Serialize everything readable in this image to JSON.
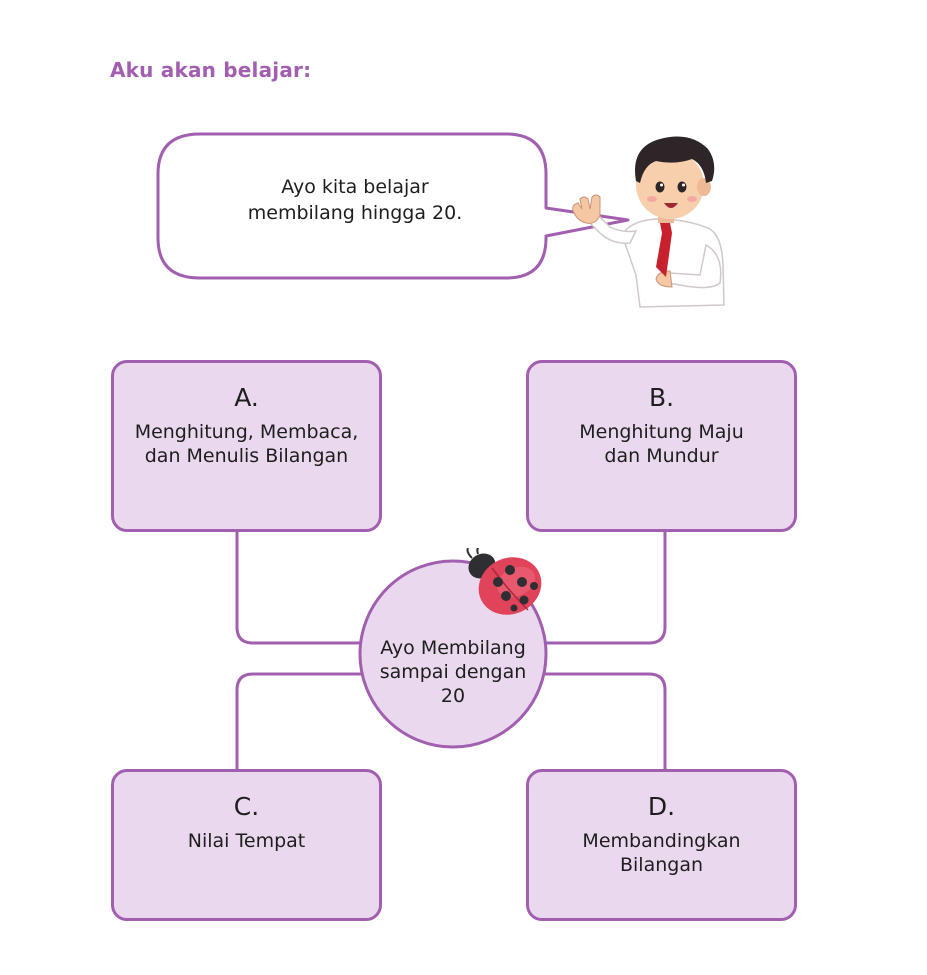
{
  "heading": "Aku akan belajar:",
  "speech_bubble": {
    "lines": [
      "Ayo kita belajar",
      "membilang hingga 20."
    ]
  },
  "center_topic": {
    "lines": [
      "Ayo Membilang",
      "sampai dengan",
      "20"
    ]
  },
  "topics": {
    "a": {
      "letter": "A.",
      "lines": [
        "Menghitung, Membaca,",
        "dan Menulis Bilangan"
      ]
    },
    "b": {
      "letter": "B.",
      "lines": [
        "Menghitung Maju",
        "dan Mundur"
      ]
    },
    "c": {
      "letter": "C.",
      "lines": [
        "Nilai Tempat"
      ]
    },
    "d": {
      "letter": "D.",
      "lines": [
        "Membandingkan",
        "Bilangan"
      ]
    }
  },
  "colors": {
    "accent": "#a25fb0",
    "box_fill": "#ead9ee",
    "bubble_fill": "#ffffff",
    "ladybug_red": "#e0435a"
  },
  "icons": {
    "character": "boy-student-waving",
    "decoration": "ladybug-icon"
  }
}
